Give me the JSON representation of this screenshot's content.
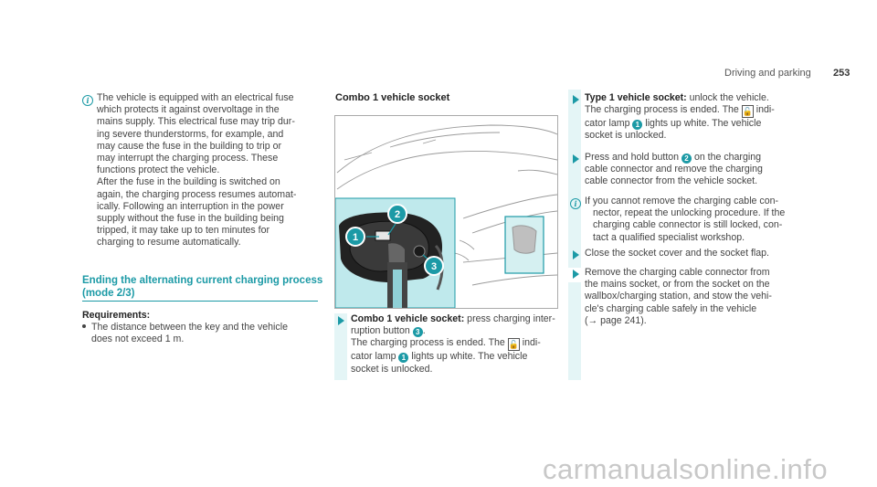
{
  "header": {
    "section": "Driving and parking",
    "page": "253"
  },
  "col1": {
    "note": [
      "The vehicle is equipped with an electrical fuse",
      "which protects it against overvoltage in the",
      "mains supply. This electrical fuse may trip dur-",
      "ing severe thunderstorms, for example, and",
      "may cause the fuse in the building to trip or",
      "may interrupt the charging process. These",
      "functions protect the vehicle.",
      "After the fuse in the building is switched on",
      "again, the charging process resumes automat-",
      "ically. Following an interruption in the power",
      "supply without the fuse in the building being",
      "tripped, it may take up to ten minutes for",
      "charging to resume automatically."
    ],
    "heading1": "Ending the alternating current charging process",
    "heading2": "(mode 2/3)",
    "req_label": "Requirements:",
    "req_line1": "The distance between the key and the vehicle",
    "req_line2": "does not exceed 1 m."
  },
  "col2": {
    "title": "Combo 1 vehicle socket",
    "callouts": [
      "1",
      "2",
      "3"
    ],
    "step_bold": "Combo 1 vehicle socket:",
    "step_l1": " press charging inter-",
    "step_l2a": "ruption button ",
    "step_l2n": "3",
    "step_l2b": ".",
    "step_l3a": "The charging process is ended. The ",
    "step_l3b": " indi-",
    "step_l4a": "cator lamp ",
    "step_l4n": "1",
    "step_l4b": " lights up white. The vehicle",
    "step_l5": "socket is unlocked."
  },
  "col3": {
    "s1_bold": "Type 1 vehicle socket:",
    "s1_l1": " unlock the vehicle.",
    "s1_l2a": "The charging process is ended. The ",
    "s1_l2b": " indi-",
    "s1_l3a": "cator lamp ",
    "s1_l3n": "1",
    "s1_l3b": " lights up white. The vehicle",
    "s1_l4": "socket is unlocked.",
    "s2_l1a": "Press and hold button ",
    "s2_l1n": "2",
    "s2_l1b": " on the charging",
    "s2_l2": "cable connector and remove the charging",
    "s2_l3": "cable connector from the vehicle socket.",
    "note": [
      "If you cannot remove the charging cable con-",
      "nector, repeat the unlocking procedure. If the",
      "charging cable connector is still locked, con-",
      "tact a qualified specialist workshop."
    ],
    "s3": "Close the socket cover and the socket flap.",
    "s4": [
      "Remove the charging cable connector from",
      "the mains socket, or from the socket on the",
      "wallbox/charging station, and stow the vehi-",
      "cle's charging cable safely in the vehicle"
    ],
    "s4_ref": "(→ page 241)."
  },
  "footer": {
    "watermark": "carmanualsonline.info"
  }
}
